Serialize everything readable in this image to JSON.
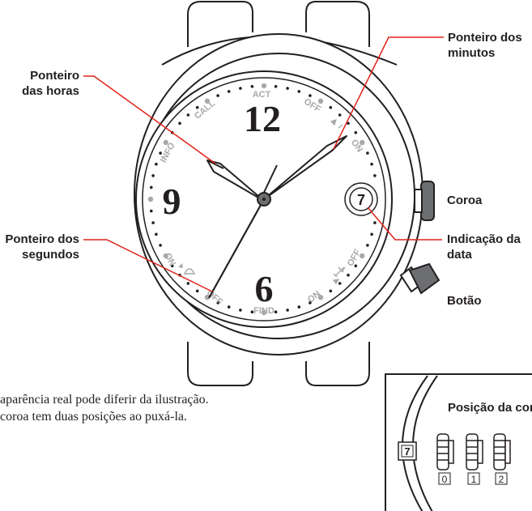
{
  "dial": {
    "numerals": [
      "12",
      "9",
      "6"
    ],
    "date_window": "7",
    "markings": {
      "act": "ACT",
      "call": "CALL",
      "info": "INFO",
      "find": "FIND",
      "off_top": "OFF",
      "on_top": "ON",
      "on_bottom_left": "ON",
      "off_bottom_left": "OFF",
      "on_bottom_right": "ON",
      "off_bottom_right": "OFF"
    }
  },
  "callouts": {
    "hour_hand": "Ponteiro\ndas horas",
    "minute_hand": "Ponteiro dos\nminutos",
    "second_hand": "Ponteiro dos\nsegundos",
    "crown": "Coroa",
    "date": "Indicação da\ndata",
    "button": "Botão"
  },
  "notes": [
    "aparência real pode diferir da ilustração.",
    "coroa tem duas posições ao puxá-la."
  ],
  "inset": {
    "title": "Posição da cor",
    "date_value": "7",
    "positions": [
      "0",
      "1",
      "2"
    ]
  },
  "colors": {
    "ink": "#231f20",
    "leader_line": "#e2231a",
    "gray_text": "#a7a9ac",
    "button_fill": "#6d6e71"
  }
}
